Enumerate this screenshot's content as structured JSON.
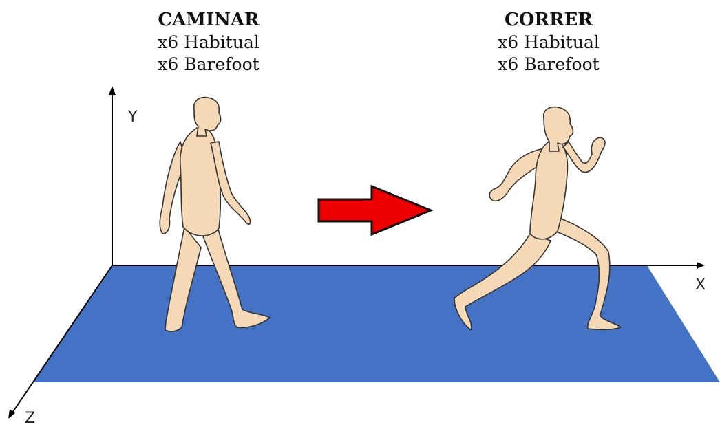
{
  "conditions": [
    {
      "title": "CAMINAR",
      "lines": [
        "x6 Habitual",
        "x6 Barefoot"
      ]
    },
    {
      "title": "CORRER",
      "lines": [
        "x6 Habitual",
        "x6 Barefoot"
      ]
    }
  ],
  "axes": {
    "y": "Y",
    "x": "X",
    "z": "Z"
  },
  "colors": {
    "floor": "#4472C4",
    "figure_fill": "#F5D9B6",
    "figure_stroke": "#333333",
    "arrow_fill": "#EE0000",
    "axis": "#000000"
  }
}
